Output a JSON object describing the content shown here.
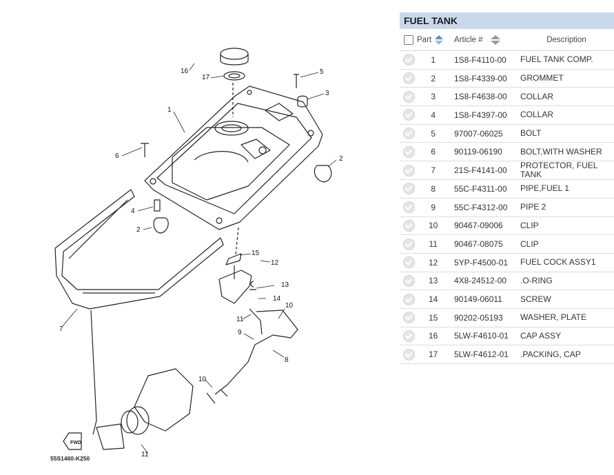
{
  "diagram": {
    "code": "55S1460-K250",
    "fwd": "FWD",
    "callouts": [
      "1",
      "2",
      "2",
      "3",
      "4",
      "5",
      "6",
      "7",
      "8",
      "9",
      "10",
      "10",
      "11",
      "11",
      "12",
      "13",
      "14",
      "15",
      "16",
      "17"
    ]
  },
  "panel": {
    "title": "FUEL TANK",
    "columns": {
      "part": "Part",
      "article": "Article #",
      "description": "Description"
    },
    "rows": [
      {
        "part": "1",
        "article": "1S8-F4110-00",
        "description": "FUEL TANK COMP."
      },
      {
        "part": "2",
        "article": "1S8-F4339-00",
        "description": "GROMMET"
      },
      {
        "part": "3",
        "article": "1S8-F4638-00",
        "description": "COLLAR"
      },
      {
        "part": "4",
        "article": "1S8-F4397-00",
        "description": "COLLAR"
      },
      {
        "part": "5",
        "article": "97007-06025",
        "description": "BOLT"
      },
      {
        "part": "6",
        "article": "90119-06190",
        "description": "BOLT,WITH WASHER"
      },
      {
        "part": "7",
        "article": "21S-F4141-00",
        "description": "PROTECTOR, FUEL TANK"
      },
      {
        "part": "8",
        "article": "55C-F4311-00",
        "description": "PIPE,FUEL 1"
      },
      {
        "part": "9",
        "article": "55C-F4312-00",
        "description": "PIPE 2"
      },
      {
        "part": "10",
        "article": "90467-09006",
        "description": "CLIP"
      },
      {
        "part": "11",
        "article": "90467-08075",
        "description": "CLIP"
      },
      {
        "part": "12",
        "article": "5YP-F4500-01",
        "description": "FUEL COCK ASSY1"
      },
      {
        "part": "13",
        "article": "4X8-24512-00",
        "description": ".O-RING"
      },
      {
        "part": "14",
        "article": "90149-06011",
        "description": "SCREW"
      },
      {
        "part": "15",
        "article": "90202-05193",
        "description": "WASHER, PLATE"
      },
      {
        "part": "16",
        "article": "5LW-F4610-01",
        "description": "CAP ASSY"
      },
      {
        "part": "17",
        "article": "5LW-F4612-01",
        "description": ".PACKING, CAP"
      }
    ]
  },
  "colors": {
    "header_bg": "#c9d9ec",
    "sort_blue": "#4a90d9",
    "sort_gray": "#999999"
  },
  "icons": {
    "row_check": "circle-check-icon",
    "sort": "sort-arrows-icon"
  }
}
